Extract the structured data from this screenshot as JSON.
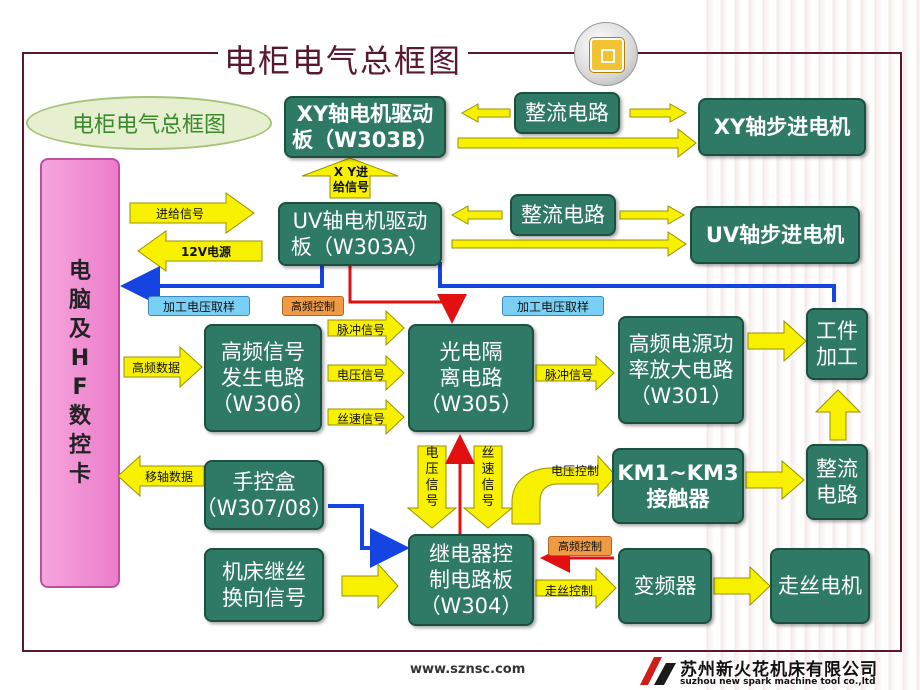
{
  "title": "电柜电气总框图",
  "subtitle_oval": "电柜电气总框图",
  "pc_card": "电脑及HF数控卡",
  "boxes": {
    "xy_board": "XY轴电机驱动\n板（W303B）",
    "uv_board": "UV轴电机驱动\n板（W303A）",
    "rect_top": "整流电路",
    "rect_mid": "整流电路",
    "xy_motor": "XY轴步进电机",
    "uv_motor": "UV轴步进电机",
    "hf_gen": "高频信号\n发生电路\n（W306）",
    "optic": "光电隔\n离电路\n（W305）",
    "hf_amp": "高频电源功\n率放大电路\n（W301）",
    "workpiece": "工件\n加工",
    "handbox": "手控盒\n（W307/08）",
    "km": "KM1~KM3\n接触器",
    "rect_right": "整流\n电路",
    "relay": "继电器控\n制电路板\n（W304）",
    "machine_wire": "机床继丝\n换向信号",
    "inverter": "变频器",
    "wire_motor": "走丝电机"
  },
  "labels": {
    "xy_feed": "X Y进\n给信号",
    "feed_signal": "进给信号",
    "v12": "12V电源",
    "vsample_left": "加工电压取样",
    "vsample_right": "加工电压取样",
    "hf_ctrl_top": "高频控制",
    "pulse1": "脉冲信号",
    "volt_sig": "电压信号",
    "wire_speed": "丝速信号",
    "hf_data": "高频数据",
    "pulse2": "脉冲信号",
    "volt_v": "电\n压\n信\n号",
    "wire_v": "丝\n速\n信\n号",
    "volt_ctrl": "电压控制",
    "move_data": "移轴数据",
    "hf_ctrl_bottom": "高频控制",
    "wire_ctrl": "走丝控制"
  },
  "footer": {
    "url": "www.sznsc.com",
    "company_cn": "苏州新火花机床有限公司",
    "company_en": "suzhou new spark machine tool co.,ltd"
  },
  "colors": {
    "box": "#2f7a66",
    "arrow_yellow": "#f7f100",
    "blue_line": "#1545e0",
    "red_line": "#e21010",
    "title": "#5a1830"
  }
}
